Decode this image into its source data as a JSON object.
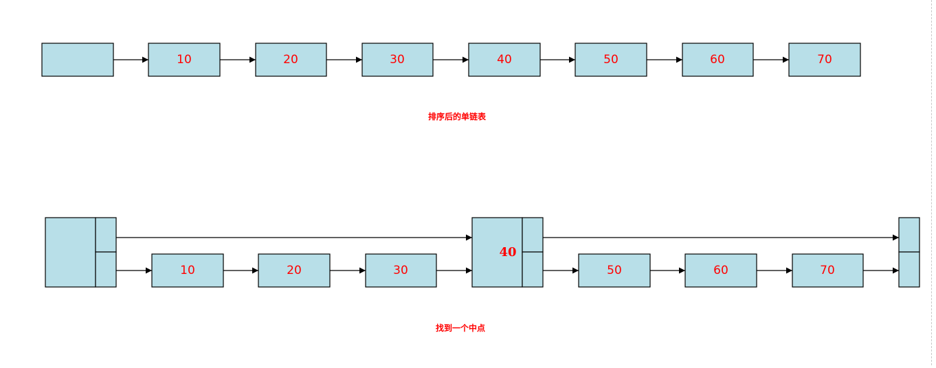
{
  "colors": {
    "node_fill": "#b8dfe8",
    "stroke": "#000000",
    "text": "#ff0000",
    "page_edge": "#c8c8c8"
  },
  "sorted_list": {
    "nodes": [
      "",
      "10",
      "20",
      "30",
      "40",
      "50",
      "60",
      "70"
    ],
    "caption": "排序后的单链表"
  },
  "skip_list": {
    "lower_nodes": [
      "10",
      "20",
      "30",
      "50",
      "60",
      "70"
    ],
    "middle_node": "40",
    "caption": "找到一个中点"
  }
}
